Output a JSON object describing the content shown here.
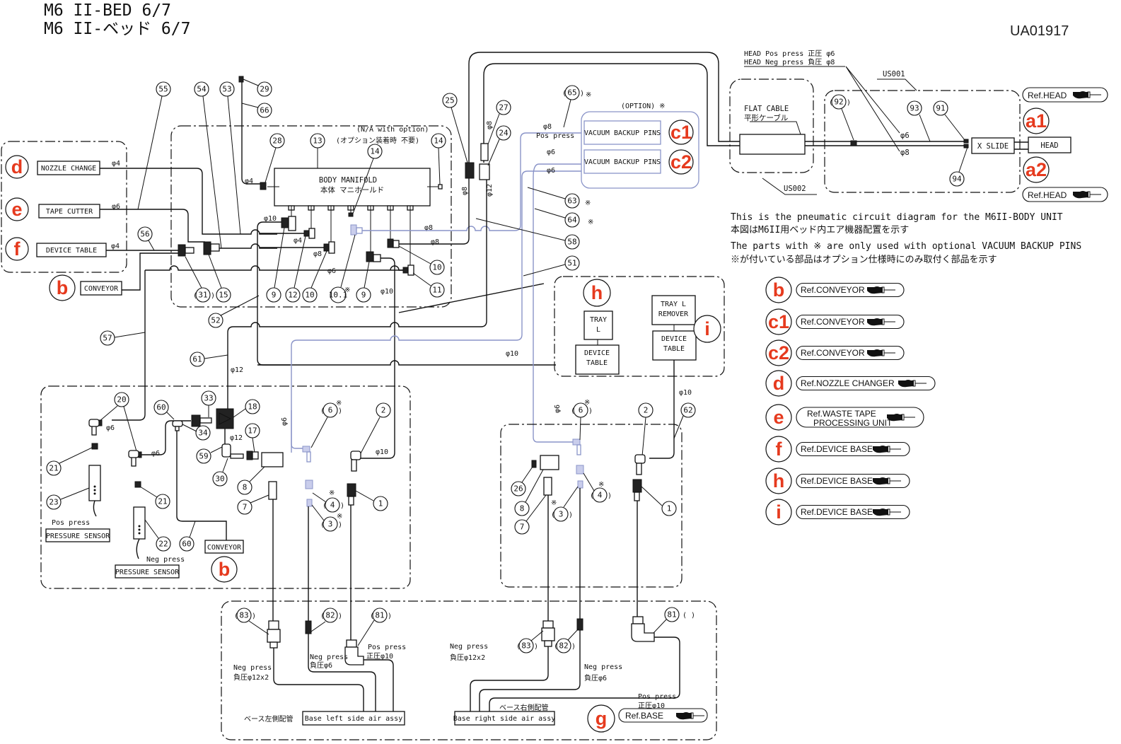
{
  "header": {
    "title_en": "M6 II-BED  6/7",
    "title_jp": "M6 II-ベッド  6/7",
    "doc_id": "UA01917"
  },
  "notes": {
    "line1": "This is the pneumatic circuit diagram for the M6II-BODY UNIT",
    "line2": "本図はM6II用ベッド内エア機器配置を示す",
    "line3": "The parts with ※ are only used with optional VACUUM BACKUP PINS",
    "line4": "※が付いている部品はオプション仕様時にのみ取付く部品を示す"
  },
  "head_section": {
    "pos_press": "HEAD Pos press 正圧  φ6",
    "neg_press": "HEAD Neg press 負圧  φ8",
    "us001": "US001",
    "us002": "US002",
    "flat_cable_en": "FLAT CABLE",
    "flat_cable_jp": "平形ケーブル",
    "x_slide": "X SLIDE",
    "head": "HEAD",
    "phi6": "φ6",
    "phi8": "φ8",
    "parts": {
      "p92": "92",
      "p93": "93",
      "p91": "91",
      "p94": "94"
    },
    "refs": [
      {
        "id": "a1",
        "label": "Ref.HEAD"
      },
      {
        "id": "a2",
        "label": "Ref.HEAD"
      }
    ]
  },
  "left_units": {
    "nozzle_change": "NOZZLE CHANGE",
    "tape_cutter": "TAPE CUTTER",
    "device_table": "DEVICE TABLE",
    "conveyor": "CONVEYOR",
    "phi4a": "φ4",
    "phi6": "φ6",
    "phi4b": "φ4",
    "ref_d": "d",
    "ref_e": "e",
    "ref_f": "f",
    "ref_b": "b"
  },
  "manifold": {
    "na_option": "(N/A with option)",
    "na_option_jp": "(オプション装着時 不要)",
    "body_en": "BODY MANIFOLD",
    "body_jp": "本体 マニホールド",
    "phi4": "φ4",
    "phi10": "φ10",
    "phi4b": "φ4",
    "phi8a": "φ8",
    "phi8b": "φ8",
    "phi8c": "φ8",
    "phi6": "φ6",
    "phi10b": "φ10"
  },
  "option_section": {
    "option_label": "(OPTION) ※",
    "vbp1": "VACUUM BACKUP PINS",
    "vbp2": "VACUUM BACKUP PINS",
    "ref_c1": "c1",
    "ref_c2": "c2",
    "phi8": "φ8",
    "pos_press": "Pos press",
    "phi6a": "φ6",
    "phi6b": "φ6",
    "phi8v": "φ8",
    "phi12v": "φ12",
    "phi8v2": "φ8"
  },
  "tray_section": {
    "tray_l": [
      "TRAY",
      "L"
    ],
    "device_table_h": [
      "DEVICE",
      "TABLE"
    ],
    "tray_l_remover": [
      "TRAY L",
      "REMOVER"
    ],
    "device_table_i": [
      "DEVICE",
      "TABLE"
    ],
    "ref_h": "h",
    "ref_i": "i",
    "phi10": "φ10",
    "phi10b": "φ10"
  },
  "lower_left": {
    "pos_press": "Pos press",
    "neg_press": "Neg press",
    "pressure_sensor_1": "PRESSURE SENSOR",
    "pressure_sensor_2": "PRESSURE SENSOR",
    "conveyor": "CONVEYOR",
    "ref_b": "b",
    "phi6a": "φ6",
    "phi6b": "φ6",
    "phi12a": "φ12",
    "phi12b": "φ12",
    "phi6v": "φ6",
    "phi10": "φ10"
  },
  "lower_right": {
    "phi6v": "φ6",
    "phi10": "φ10"
  },
  "base_section": {
    "neg_press_l": "Neg press",
    "neg_12x2_l": "負圧φ12x2",
    "neg_press_l2": "Neg press",
    "neg_6_l": "負圧φ6",
    "pos_press_l": "Pos press",
    "pos_10_l": "正圧φ10",
    "left_jp": "ベース左側配管",
    "left_assy": "Base left side air assy",
    "neg_press_r": "Neg press",
    "neg_12x2_r": "負圧φ12x2",
    "neg_press_r2": "Neg press",
    "neg_6_r": "負圧φ6",
    "pos_press_r": "Pos press",
    "pos_10_r": "正圧φ10",
    "right_jp": "ベース右側配管",
    "right_assy": "Base right side air assy",
    "ref_g": "g",
    "ref_base": "Ref.BASE",
    "paren_empty": "(    )"
  },
  "legend": [
    {
      "id": "b",
      "label": "Ref.CONVEYOR"
    },
    {
      "id": "c1",
      "label": "Ref.CONVEYOR"
    },
    {
      "id": "c2",
      "label": "Ref.CONVEYOR"
    },
    {
      "id": "d",
      "label": "Ref.NOZZLE CHANGER"
    },
    {
      "id": "e",
      "label": "Ref.WASTE TAPE",
      "label2": "PROCESSING UNIT"
    },
    {
      "id": "f",
      "label": "Ref.DEVICE BASE"
    },
    {
      "id": "h",
      "label": "Ref.DEVICE BASE"
    },
    {
      "id": "i",
      "label": "Ref.DEVICE BASE"
    }
  ],
  "part_numbers": {
    "p55": "55",
    "p54": "54",
    "p53": "53",
    "p29": "29",
    "p66": "66",
    "p28": "28",
    "p13": "13",
    "p14a": "14",
    "p14b": "14",
    "p25": "25",
    "p27": "27",
    "p24": "24",
    "p65": "65",
    "p63": "63",
    "p64": "64",
    "p58": "58",
    "p51": "51",
    "p56": "56",
    "p31": "31",
    "p15": "15",
    "p9a": "9",
    "p12": "12",
    "p10a": "10",
    "p10_1": "10.1",
    "p9b": "9",
    "p10b": "10",
    "p11": "11",
    "p52": "52",
    "p57": "57",
    "p61": "61",
    "p20": "20",
    "p60a": "60",
    "p33": "33",
    "p18": "18",
    "p34": "34",
    "p17": "17",
    "p59": "59",
    "p21a": "21",
    "p30": "30",
    "p8a": "8",
    "p7a": "7",
    "p23": "23",
    "p21b": "21",
    "p22": "22",
    "p60b": "60",
    "p6a": "6",
    "p2a": "2",
    "p4a": "4",
    "p1a": "1",
    "p3a": "3",
    "p6b": "6",
    "p2b": "2",
    "p62": "62",
    "p26": "26",
    "p8b": "8",
    "p4b": "4",
    "p7b": "7",
    "p3b": "3",
    "p1b": "1",
    "p83a": "83",
    "p82a": "82",
    "p81a": "81",
    "p83b": "83",
    "p82b": "82",
    "p81b": "81"
  },
  "option_mark": "※",
  "colors": {
    "ref_letter": "#e63a1e",
    "option_line": "#8a94c8",
    "line": "#111111"
  }
}
